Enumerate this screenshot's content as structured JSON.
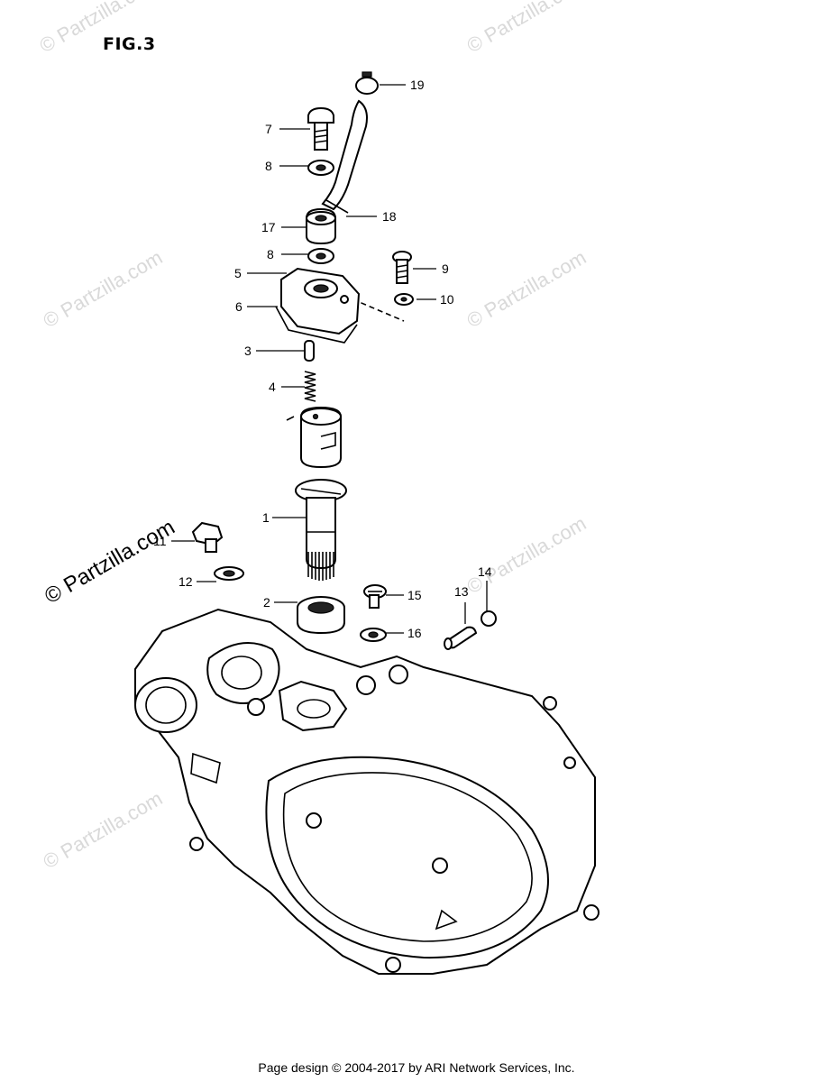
{
  "figure_title": "FIG.3",
  "watermark_text": "© Partzilla.com",
  "footer_text": "Page design © 2004-2017 by ARI Network Services, Inc.",
  "callouts": {
    "c1": "1",
    "c2": "2",
    "c3": "3",
    "c4": "4",
    "c5": "5",
    "c6": "6",
    "c7": "7",
    "c8a": "8",
    "c8b": "8",
    "c9": "9",
    "c10": "10",
    "c11": "11",
    "c12": "12",
    "c13": "13",
    "c14": "14",
    "c15": "15",
    "c16": "16",
    "c17": "17",
    "c18": "18",
    "c19": "19"
  }
}
